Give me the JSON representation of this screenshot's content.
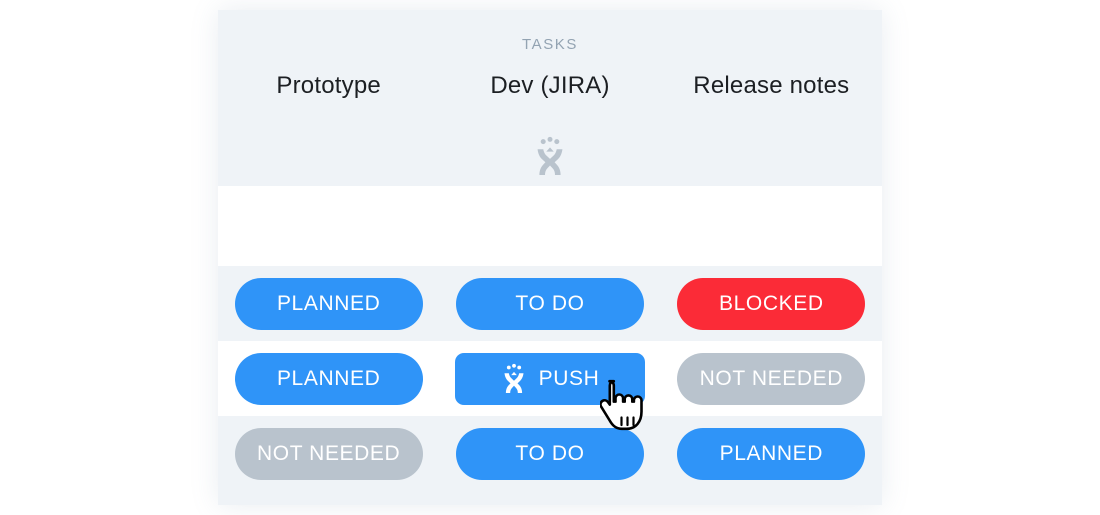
{
  "card": {
    "section_label": "TASKS",
    "columns": [
      {
        "title": "Prototype",
        "icon": null
      },
      {
        "title": "Dev (JIRA)",
        "icon": "celebrating-person-icon"
      },
      {
        "title": "Release notes",
        "icon": null
      }
    ],
    "rows": [
      {
        "style": "white",
        "cells": [
          {
            "label": "",
            "variant": "empty"
          },
          {
            "label": "",
            "variant": "empty"
          },
          {
            "label": "",
            "variant": "empty"
          }
        ]
      },
      {
        "style": "tint",
        "cells": [
          {
            "label": "PLANNED",
            "variant": "blue"
          },
          {
            "label": "TO DO",
            "variant": "blue"
          },
          {
            "label": "BLOCKED",
            "variant": "red"
          }
        ]
      },
      {
        "style": "white",
        "cells": [
          {
            "label": "PLANNED",
            "variant": "blue"
          },
          {
            "label": "PUSH",
            "variant": "push",
            "icon": "celebrating-person-icon"
          },
          {
            "label": "NOT NEEDED",
            "variant": "gray"
          }
        ]
      },
      {
        "style": "tint",
        "cells": [
          {
            "label": "NOT NEEDED",
            "variant": "gray"
          },
          {
            "label": "TO DO",
            "variant": "blue"
          },
          {
            "label": "PLANNED",
            "variant": "blue"
          }
        ]
      }
    ]
  },
  "cursor": {
    "icon": "pointing-hand-cursor"
  },
  "colors": {
    "accent_blue": "#2f94f8",
    "status_red": "#fb2b37",
    "status_gray": "#b9c3cd",
    "panel_tint": "#eff3f7",
    "row_white": "#ffffff",
    "label_gray": "#93a3b2",
    "heading_dark": "#1c1f23"
  }
}
